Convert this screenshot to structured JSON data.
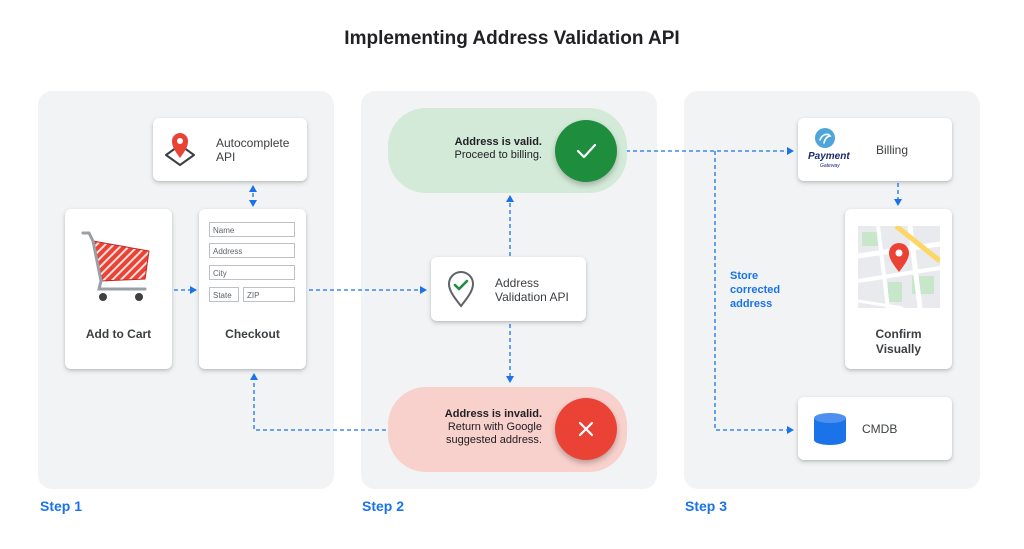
{
  "title": "Implementing Address Validation API",
  "steps": [
    "Step 1",
    "Step 2",
    "Step 3"
  ],
  "step1": {
    "autocomplete": {
      "line1": "Autocomplete",
      "line2": "API",
      "icon": "map-pin-icon"
    },
    "add_to_cart": {
      "label": "Add to Cart",
      "icon": "shopping-cart-icon"
    },
    "checkout": {
      "label": "Checkout",
      "fields": {
        "name": "Name",
        "address": "Address",
        "city": "City",
        "state": "State",
        "zip": "ZIP"
      }
    }
  },
  "step2": {
    "valid": {
      "title": "Address is valid.",
      "line1": "Proceed to billing.",
      "icon": "check-icon"
    },
    "api": {
      "line1": "Address",
      "line2": "Validation API",
      "icon": "location-check-icon"
    },
    "invalid": {
      "title": "Address is invalid.",
      "line1": "Return with Google",
      "line2": "suggested address.",
      "icon": "close-icon"
    }
  },
  "step3": {
    "billing": {
      "label": "Billing",
      "logo_line1": "Payment",
      "logo_line2": "Gateway"
    },
    "confirm": {
      "line1": "Confirm",
      "line2": "Visually",
      "icon": "map-icon"
    },
    "store": {
      "line1": "Store",
      "line2": "corrected",
      "line3": "address"
    },
    "cmdb": {
      "label": "CMDB",
      "icon": "database-icon"
    }
  },
  "colors": {
    "accent": "#1a73e8",
    "valid_bg": "#d4ead9",
    "valid_circle": "#1e8e3e",
    "invalid_bg": "#f8d0cc",
    "invalid_circle": "#ea4335",
    "panel": "#f1f3f4",
    "pin_red": "#ea4335"
  }
}
